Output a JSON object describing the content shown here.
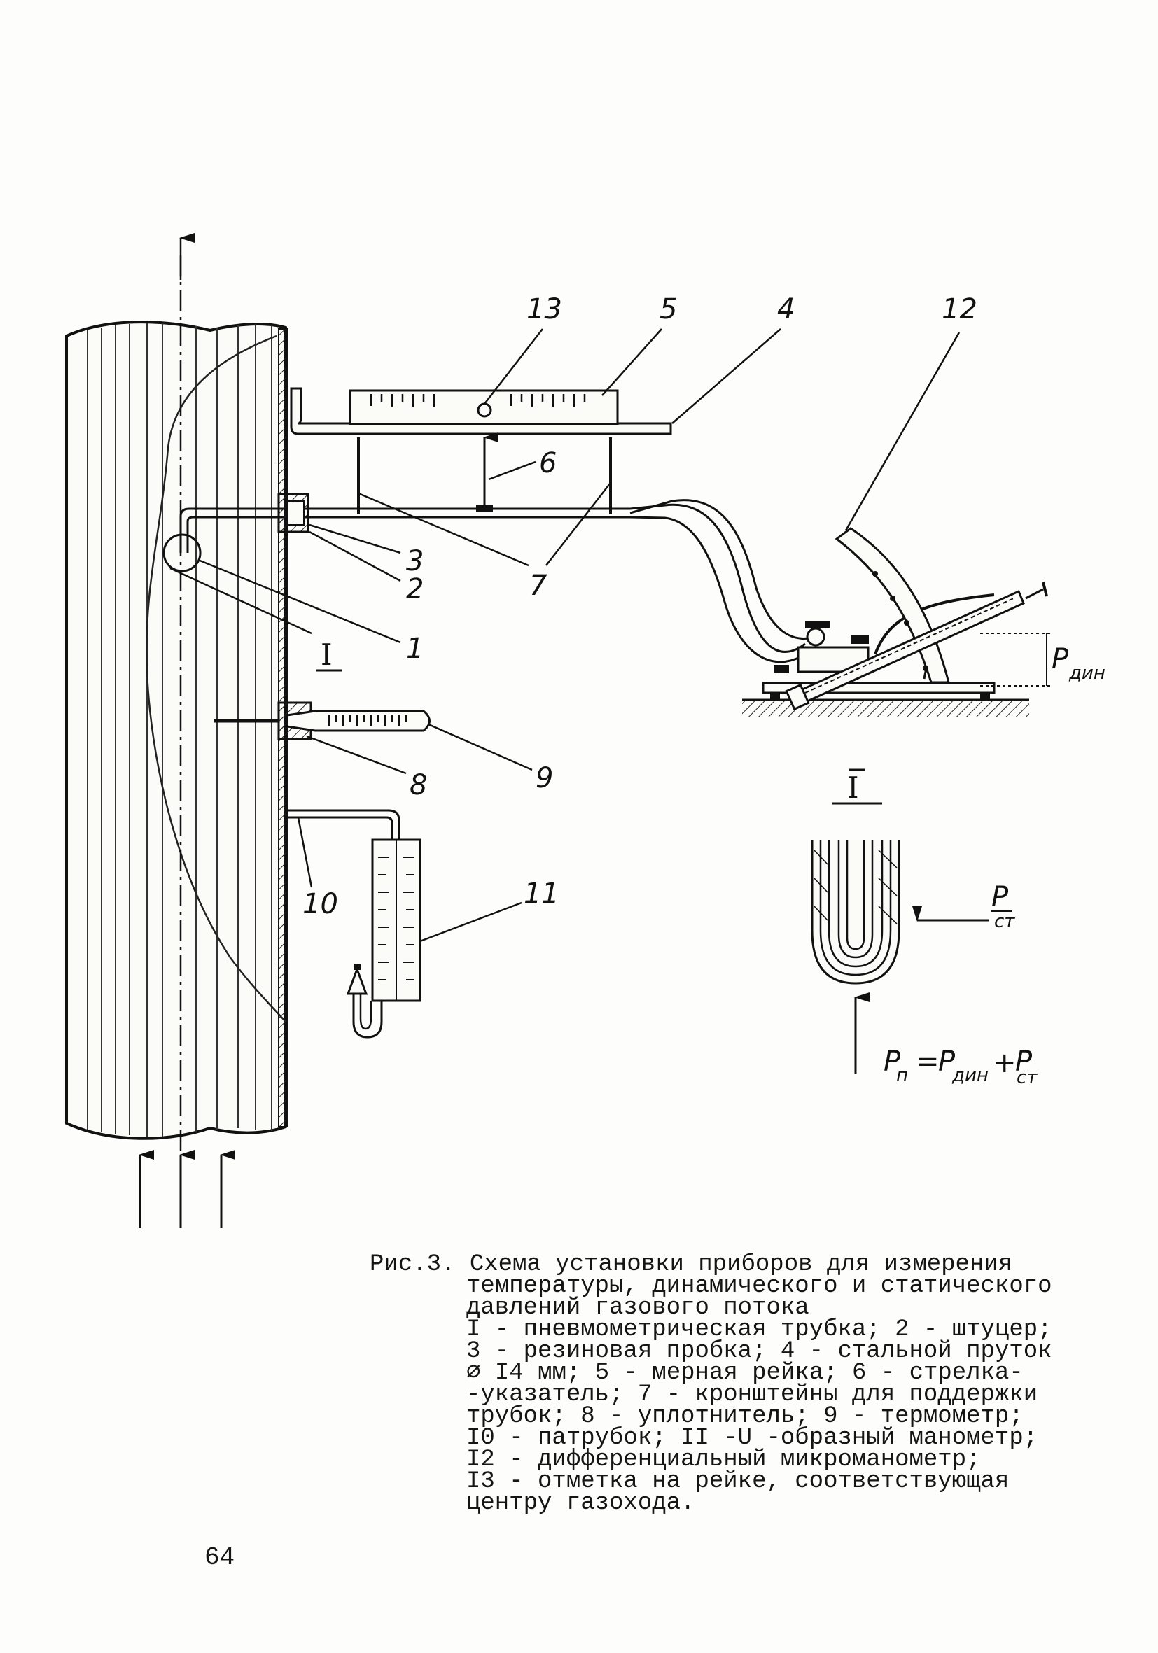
{
  "labels": {
    "n1": "1",
    "n2": "2",
    "n3": "3",
    "n4": "4",
    "n5": "5",
    "n6": "6",
    "n7": "7",
    "n8": "8",
    "n9": "9",
    "n10": "10",
    "n11": "11",
    "n12": "12",
    "n13": "13",
    "roman_I": "I",
    "roman_I_detail": "I"
  },
  "pressure": {
    "p_dyn_main": "P",
    "p_dyn_sub": "дин",
    "p_st_main": "P",
    "p_st_sub": "ст",
    "formula_p1": "P",
    "formula_p1_sub": "п",
    "formula_eq": "=",
    "formula_p2": "P",
    "formula_p2_sub": "дин",
    "formula_plus": "+",
    "formula_p3": "P",
    "formula_p3_sub": "ст"
  },
  "caption": {
    "title": "Рис.3. Схема установки приборов для измерения",
    "lines": [
      "температуры, динамического и статического",
      "давлений газового потока",
      "I - пневмометрическая трубка; 2 - штуцер;",
      "3 - резиновая пробка; 4 - стальной пруток",
      "∅ I4 мм; 5 - мерная рейка; 6 - стрелка-",
      "-указатель; 7 - кронштейны для поддержки",
      "трубок; 8 - уплотнитель; 9 - термометр;",
      "I0 - патрубок; II -U -образный манометр;",
      "I2 - дифференциальный микроманометр;",
      "I3 - отметка на рейке, соответствующая",
      "центру газохода."
    ]
  },
  "page_number": "64"
}
